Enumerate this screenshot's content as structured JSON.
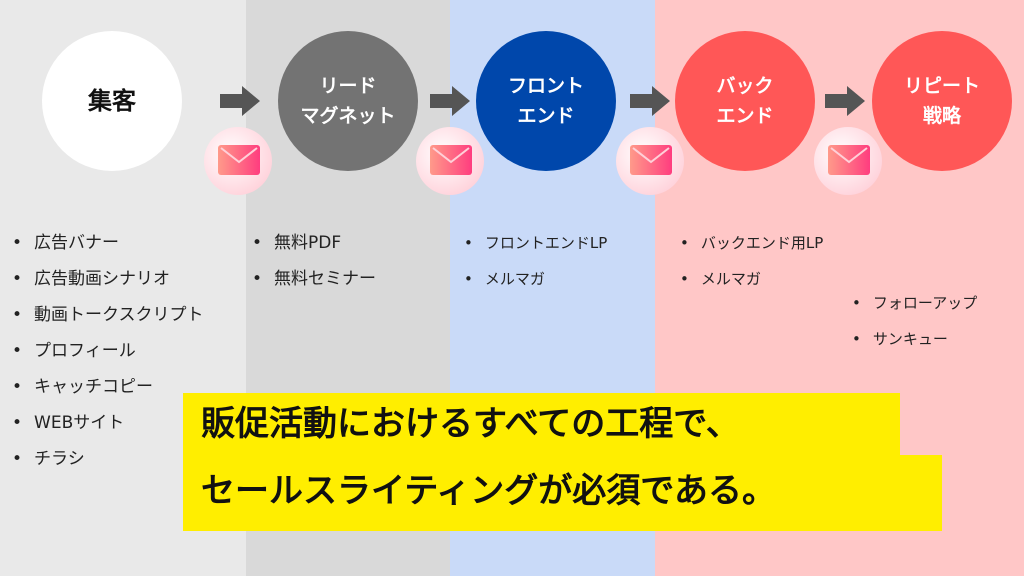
{
  "columns": [
    {
      "color": "#e9e9e9"
    },
    {
      "color": "#d9d9d9"
    },
    {
      "color": "#c9daf8"
    },
    {
      "color": "#ffc7c7"
    }
  ],
  "stages": [
    {
      "label": "集客",
      "color": "#ffffff",
      "text_color": "#111111"
    },
    {
      "label": "リード\nマグネット",
      "color": "#737373",
      "text_color": "#ffffff"
    },
    {
      "label": "フロント\nエンド",
      "color": "#0047ab",
      "text_color": "#ffffff"
    },
    {
      "label": "バック\nエンド",
      "color": "#ff5757",
      "text_color": "#ffffff"
    },
    {
      "label": "リピート\n戦略",
      "color": "#ff5757",
      "text_color": "#ffffff"
    }
  ],
  "lists": {
    "shukyaku": [
      "広告バナー",
      "広告動画シナリオ",
      "動画トークスクリプト",
      "プロフィール",
      "キャッチコピー",
      "WEBサイト",
      "チラシ"
    ],
    "lead": [
      "無料PDF",
      "無料セミナー"
    ],
    "front": [
      "フロントエンドLP",
      "メルマガ"
    ],
    "back": [
      "バックエンド用LP",
      "メルマガ"
    ],
    "repeat": [
      "フォローアップ",
      "サンキュー"
    ]
  },
  "headline": {
    "line1": "販促活動におけるすべての工程で、",
    "line2": "セールスライティングが必須である。",
    "color": "#ffee00"
  }
}
